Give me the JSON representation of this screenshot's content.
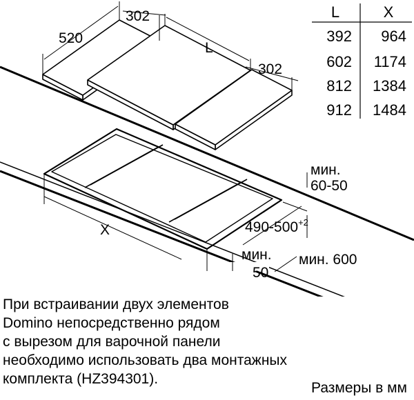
{
  "table": {
    "headers": [
      "L",
      "X"
    ],
    "rows": [
      [
        "392",
        "964"
      ],
      [
        "602",
        "1174"
      ],
      [
        "812",
        "1384"
      ],
      [
        "912",
        "1484"
      ]
    ]
  },
  "dimensions": {
    "top_left_width": "302",
    "depth": "520",
    "length": "L",
    "right_width": "302",
    "cutout_length": "X",
    "cutout_depth": "490-500",
    "cutout_depth_tolerance": "+2",
    "min_front_label": "мин.",
    "min_front_value": "50",
    "min_wall_label": "мин.",
    "min_wall_value": "60-50",
    "min_back": "мин. 600"
  },
  "note_lines": [
    "При встраивании двух элементов",
    "Domino непосредственно рядом",
    "с вырезом для варочной панели",
    "необходимо использовать два монтажных",
    "комплекта (HZ394301)."
  ],
  "units_label": "Размеры в мм"
}
